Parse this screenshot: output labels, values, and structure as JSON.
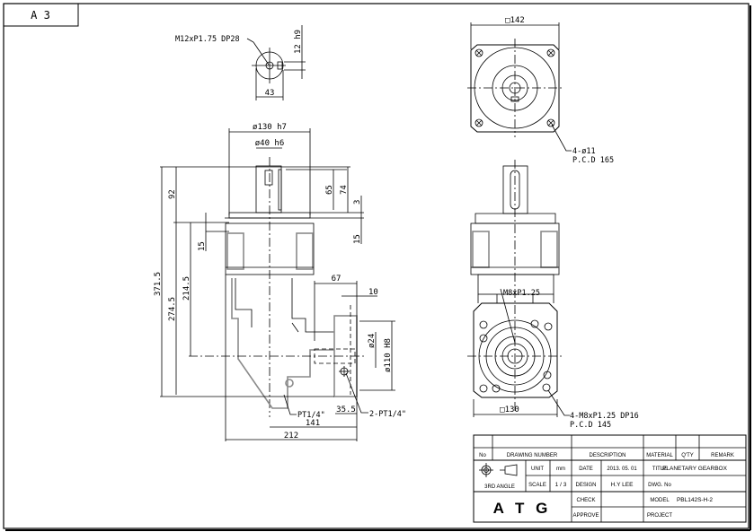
{
  "sheet": {
    "size_label": "A 3"
  },
  "shaft_end_view": {
    "thread_callout": "M12xP1.75 DP28",
    "key_width": "12 h9",
    "shaft_height": "43"
  },
  "side_view": {
    "pilot_diameter": "ø130 h7",
    "shaft_diameter": "ø40 h6",
    "key_length": "65",
    "shaft_length": "74",
    "pilot_depth": "3",
    "flange_thickness": "15",
    "housing_height": "92",
    "flange_offset": "15",
    "overall_height": "371.5",
    "height_to_base": "274.5",
    "height_to_axis": "214.5",
    "input_offset": "67",
    "input_recess": "10",
    "input_bore": "ø24",
    "input_pilot": "ø110 H8",
    "drain_port": "PT1/4\"",
    "side_ports": "2-PT1/4\"",
    "input_flange_width": "35.5",
    "axis_to_input": "141",
    "overall_length": "212"
  },
  "front_view": {
    "flange_square": "□142",
    "mount_holes": "4-ø11",
    "mount_pcd": "P.C.D 165"
  },
  "input_view": {
    "thread_callout": "M8xP1.25",
    "flange_square": "□130",
    "motor_holes": "4-M8xP1.25 DP16",
    "motor_pcd": "P.C.D 145"
  },
  "title_block": {
    "headers": {
      "no": "No",
      "drawing_number": "DRAWING NUMBER",
      "description": "DESCRIPTION",
      "material": "MATERIAL",
      "qty": "Q'TY",
      "remark": "REMARK"
    },
    "projection": "3RD ANGLE",
    "unit_label": "UNIT",
    "unit_value": "mm",
    "scale_label": "SCALE",
    "scale_value": "1 / 3",
    "company": "A T G",
    "date_label": "DATE",
    "date_value": "2013. 05. 01",
    "design_label": "DESIGN",
    "design_value": "H.Y LEE",
    "check_label": "CHECK",
    "check_value": "",
    "approve_label": "APPROVE",
    "approve_value": "",
    "title_label": "TITLE",
    "title_value": "PLANETARY GEARBOX",
    "dwg_label": "DWG. No",
    "dwg_value": "",
    "model_label": "MODEL",
    "model_value": "PBL142S-H-2",
    "project_label": "PROJECT",
    "project_value": ""
  }
}
